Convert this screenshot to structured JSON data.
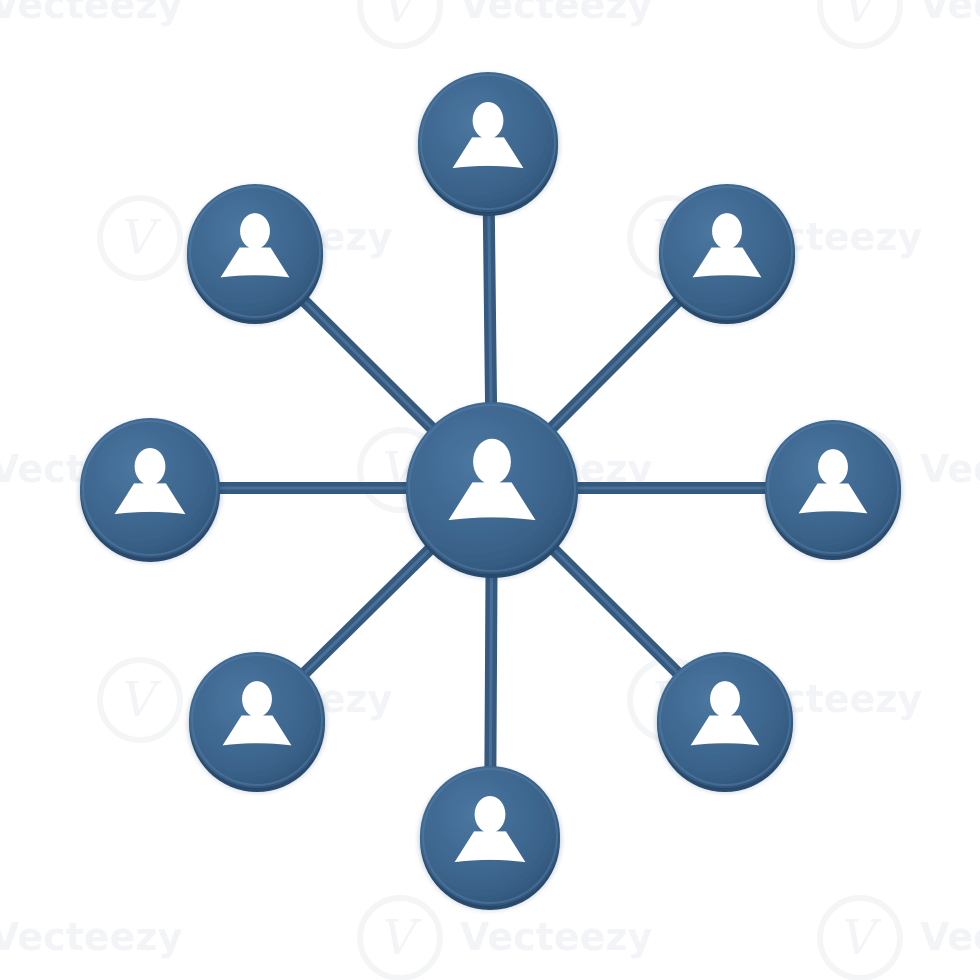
{
  "watermark": {
    "text": "Vecteezy",
    "glyph": "V"
  },
  "colors": {
    "node_fill": "#3a6289",
    "node_fill_dark": "#2c4f73",
    "node_highlight": "#5580a9",
    "connector": "#35597f",
    "person": "#ffffff"
  },
  "network": {
    "hub": {
      "id": "center-user",
      "icon": "user-icon"
    },
    "nodes": [
      {
        "id": "user-top",
        "icon": "user-icon"
      },
      {
        "id": "user-top-right",
        "icon": "user-icon"
      },
      {
        "id": "user-right",
        "icon": "user-icon"
      },
      {
        "id": "user-bottom-right",
        "icon": "user-icon"
      },
      {
        "id": "user-bottom",
        "icon": "user-icon"
      },
      {
        "id": "user-bottom-left",
        "icon": "user-icon"
      },
      {
        "id": "user-left",
        "icon": "user-icon"
      },
      {
        "id": "user-top-left",
        "icon": "user-icon"
      }
    ]
  }
}
